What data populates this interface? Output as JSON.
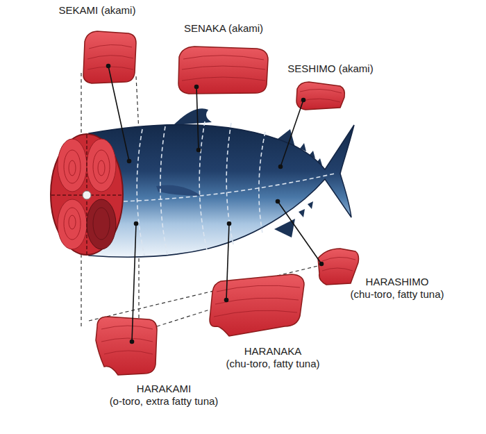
{
  "diagram": {
    "labels": [
      "SEKAMI (akami)",
      "SENAKA (akami)",
      "SESHIMO (akami)",
      "HARASHIMO",
      "(chu-toro, fatty tuna)",
      "HARANAKA",
      "(chu-toro, fatty tuna)",
      "HARAKAMI",
      "(o-toro, extra fatty tuna)"
    ]
  }
}
